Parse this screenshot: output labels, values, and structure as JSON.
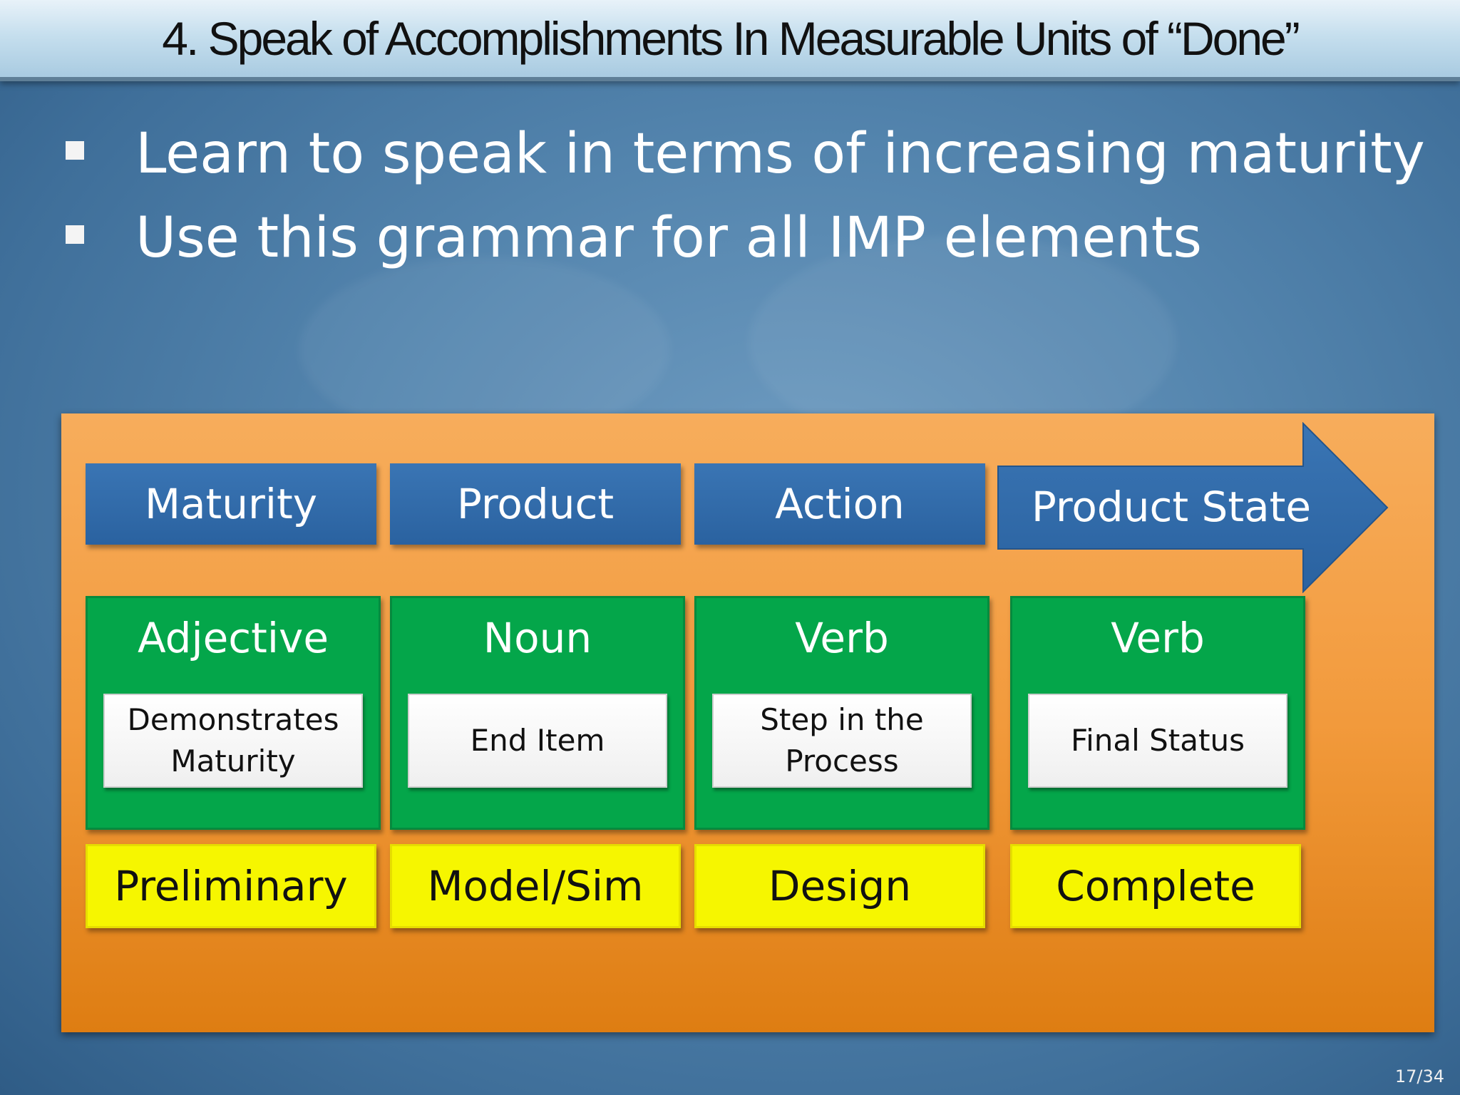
{
  "slide": {
    "title": "4. Speak of Accomplishments In Measurable Units of “Done”",
    "bullets": [
      "Learn to speak in terms of increasing maturity",
      "Use this grammar for all IMP elements"
    ],
    "page_number": "17/34"
  },
  "diagram": {
    "headers": [
      "Maturity",
      "Product",
      "Action",
      "Product State"
    ],
    "parts_of_speech": [
      "Adjective",
      "Noun",
      "Verb",
      "Verb"
    ],
    "descriptions": [
      "Demonstrates Maturity",
      "End Item",
      "Step in the Process",
      "Final Status"
    ],
    "examples": [
      "Preliminary",
      "Model/Sim",
      "Design",
      "Complete"
    ]
  },
  "colors": {
    "header_blue": "#2a62a0",
    "panel_orange": "#f29a3c",
    "box_green": "#04a64a",
    "example_yellow": "#f6f600"
  }
}
